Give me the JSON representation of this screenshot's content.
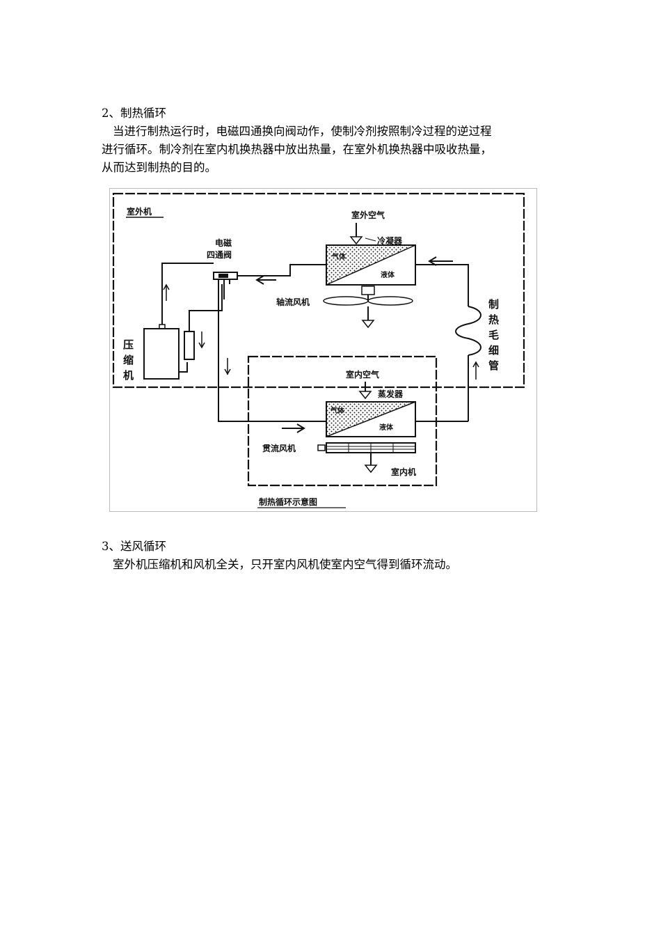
{
  "section2": {
    "heading": "2、制热循环",
    "para_line1": "当进行制热运行时，电磁四通换向阀动作，使制冷剂按照制冷过程的逆过程",
    "para_line2": "进行循环。制冷剂在室内机换热器中放出热量，在室外机换热器中吸收热量，",
    "para_line3": "从而达到制热的目的。"
  },
  "diagram": {
    "outdoor_unit": "室外机",
    "outdoor_air": "室外空气",
    "valve_line1": "电磁",
    "valve_line2": "四通阀",
    "evaporator": "冷凝器",
    "gas_top": "气体",
    "liquid_top": "液体",
    "axial_fan": "轴流风机",
    "compressor": [
      "压",
      "缩",
      "机"
    ],
    "capillary": [
      "制",
      "热",
      "毛",
      "细",
      "管"
    ],
    "indoor_air": "室内空气",
    "condenser": "蒸发器",
    "gas_bottom": "气体",
    "liquid_bottom": "液体",
    "crossflow_fan": "贯流风机",
    "indoor_unit": "室内机",
    "caption": "制热循环示意图"
  },
  "section3": {
    "heading": "3、送风循环",
    "para": "室外机压缩机和风机全关，只开室内风机使室内空气得到循环流动。"
  }
}
